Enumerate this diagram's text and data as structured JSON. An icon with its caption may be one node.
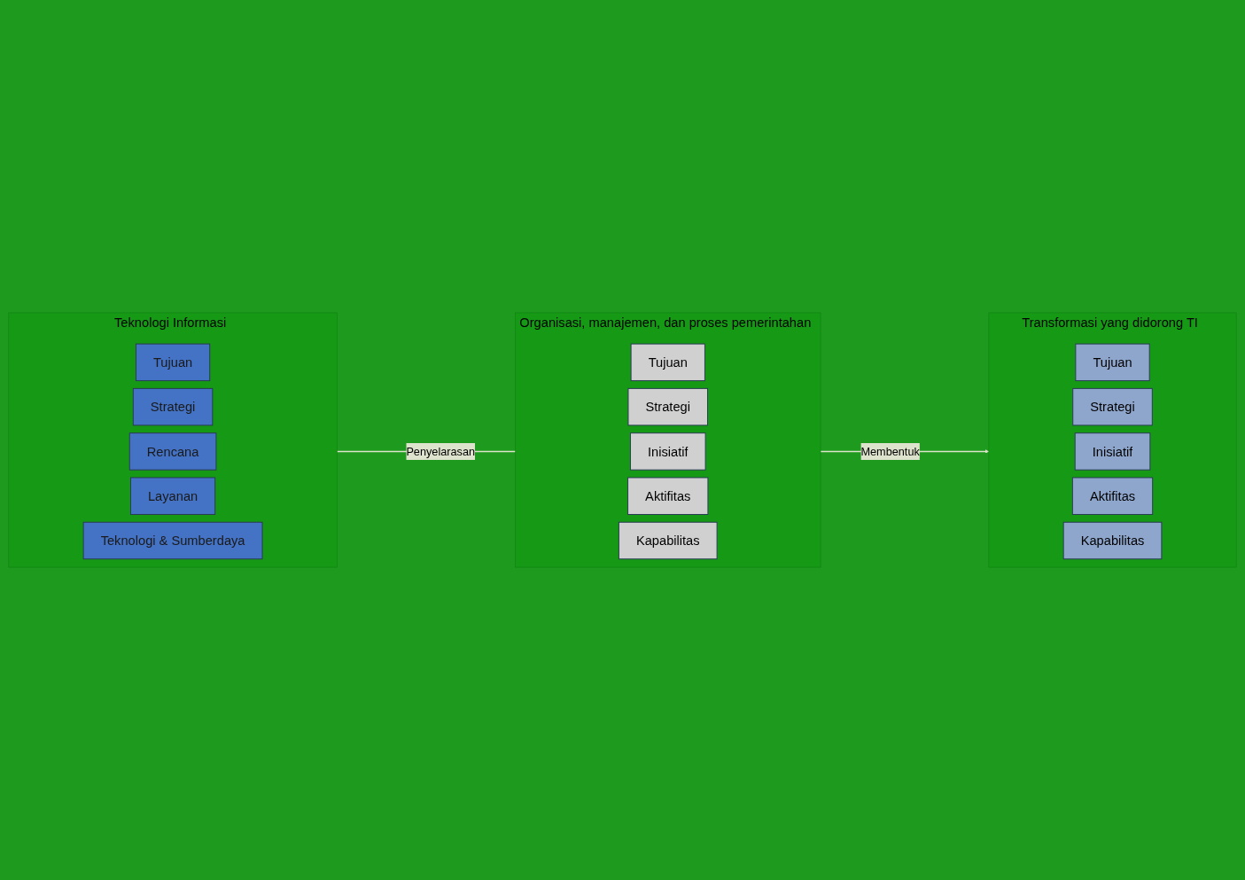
{
  "diagram": {
    "nodes": [
      {
        "text": [
          "Teknologi Informasi"
        ]
      },
      {
        "text": [
          "Tujuan"
        ],
        "in": 0
      },
      {
        "text": [
          "Strategi"
        ],
        "in": 0
      },
      {
        "text": [
          "Rencana"
        ],
        "in": 0
      },
      {
        "text": [
          "Layanan"
        ],
        "in": 0
      },
      {
        "text": [
          "Teknologi & Sumberdaya"
        ],
        "in": 0
      },
      {
        "text": [
          "Organisasi, manajemen, dan proses pemerintahan"
        ]
      },
      {
        "text": [
          "Tujuan"
        ],
        "in": 6
      },
      {
        "text": [
          "Strategi"
        ],
        "in": 6
      },
      {
        "text": [
          "Inisiatif"
        ],
        "in": 6
      },
      {
        "text": [
          "Aktifitas"
        ],
        "in": 6
      },
      {
        "text": [
          "Kapabilitas"
        ],
        "in": 6
      },
      {
        "text": [
          "Transformasi yang didorong TI"
        ]
      },
      {
        "text": [
          "Tujuan"
        ],
        "in": 12
      },
      {
        "text": [
          "Strategi"
        ],
        "in": 12
      },
      {
        "text": [
          "Inisiatif"
        ],
        "in": 12
      },
      {
        "text": [
          "Aktifitas"
        ],
        "in": 12
      },
      {
        "text": [
          "Kapabilitas"
        ],
        "in": 12
      }
    ],
    "edges": [
      {
        "from": 0,
        "to": 6,
        "arrow": "to",
        "label": "Penyelarasan"
      },
      {
        "from": 6,
        "to": 12,
        "arrow": "to",
        "label": "Membentuk"
      }
    ]
  }
}
